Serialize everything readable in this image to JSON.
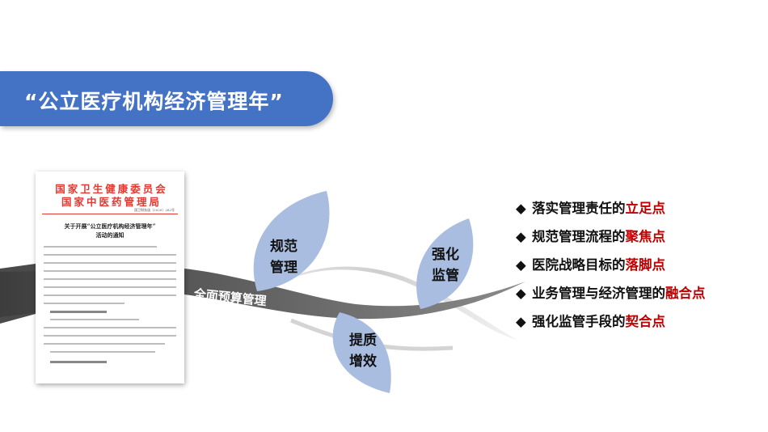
{
  "title": "“公立医疗机构经济管理年”",
  "document": {
    "header_line1": "国家卫生健康委员会",
    "header_line2": "国家中医药管理局",
    "doc_number": "国卫财务函〔2020〕262号",
    "title_line1": "关于开展“公立医疗机构经济管理年”",
    "title_line2": "活动的通知"
  },
  "diagram": {
    "center_label": "全面预算管理",
    "leaves": [
      {
        "line1": "规范",
        "line2": "管理"
      },
      {
        "line1": "强化",
        "line2": "监管"
      },
      {
        "line1": "提质",
        "line2": "增效"
      }
    ]
  },
  "bullets": [
    {
      "prefix": "落实管理责任的",
      "highlight": "立足点"
    },
    {
      "prefix": "规范管理流程的",
      "highlight": "聚焦点"
    },
    {
      "prefix": "医院战略目标的",
      "highlight": "落脚点"
    },
    {
      "prefix": "业务管理与经济管理的",
      "highlight": "融合点"
    },
    {
      "prefix": "强化监管手段的",
      "highlight": "契合点"
    }
  ],
  "bullet_marker": "◆",
  "colors": {
    "banner": "#4472c4",
    "leaf": "#a9bde0",
    "highlight": "#c00000",
    "doc_red": "#e03a34",
    "band_gray": "#595959"
  }
}
